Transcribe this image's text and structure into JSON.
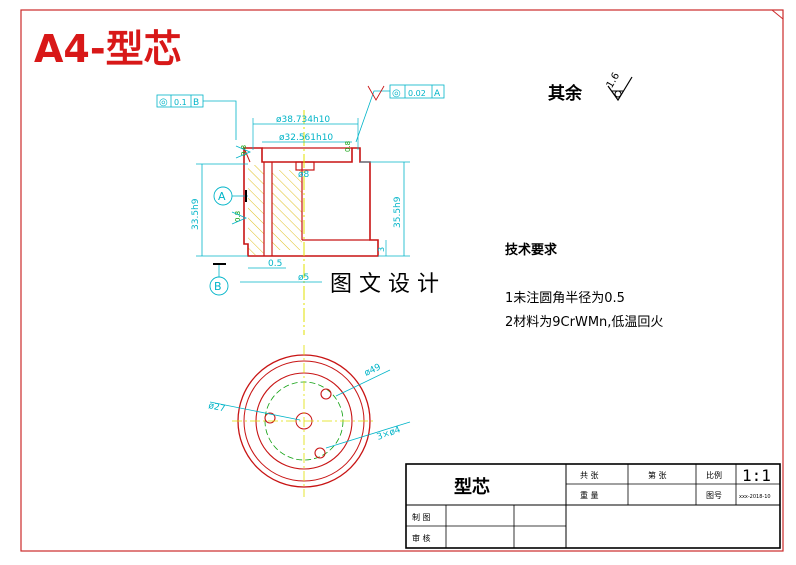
{
  "sheet": {
    "title": "A4-型芯",
    "surface_note": "其余",
    "roughness_value": "1.6",
    "watermark": "图 文 设 计"
  },
  "colors": {
    "border": "#cc2a2a",
    "part_outline": "#c81414",
    "dimension": "#00b4c8",
    "hatch": "#e0c020",
    "center_line": "#e0e000",
    "hidden_green": "#10a010",
    "text": "#000000"
  },
  "dimensions": {
    "dia_outer": "ø38.734h10",
    "dia_inner": "ø32.561h10",
    "dia_small": "ø8",
    "height_left": "33.5h9",
    "height_right": "35.5h9",
    "bottom_05": "0.5",
    "bottom_5": "ø5",
    "right_small": "3",
    "left_top": "0.8",
    "left_mid": "0.8",
    "right_flag": "0.8",
    "plan_49": "ø49",
    "plan_27": "ø27",
    "plan_holes": "3×ø4"
  },
  "tolerances": {
    "concentricity_left": {
      "symbol": "◎",
      "value": "0.1",
      "datum": "B"
    },
    "concentricity_right": {
      "symbol": "◎",
      "value": "0.02",
      "datum": "A"
    },
    "datum_a": "A",
    "datum_b": "B"
  },
  "tech_requirements": {
    "heading": "技术要求",
    "items": [
      "1未注圆角半径为0.5",
      "2材料为9CrWMn,低温回火"
    ]
  },
  "title_block": {
    "part_name": "型芯",
    "labels": {
      "count": "共 张",
      "page": "第 张",
      "weight": "重 量",
      "scale_label": "比例",
      "drawing_no_label": "图号",
      "drawn_by": "制 图",
      "reviewed_by": "审 核"
    },
    "scale_value": "1:1",
    "drawing_no": "xxx-2018-10"
  }
}
